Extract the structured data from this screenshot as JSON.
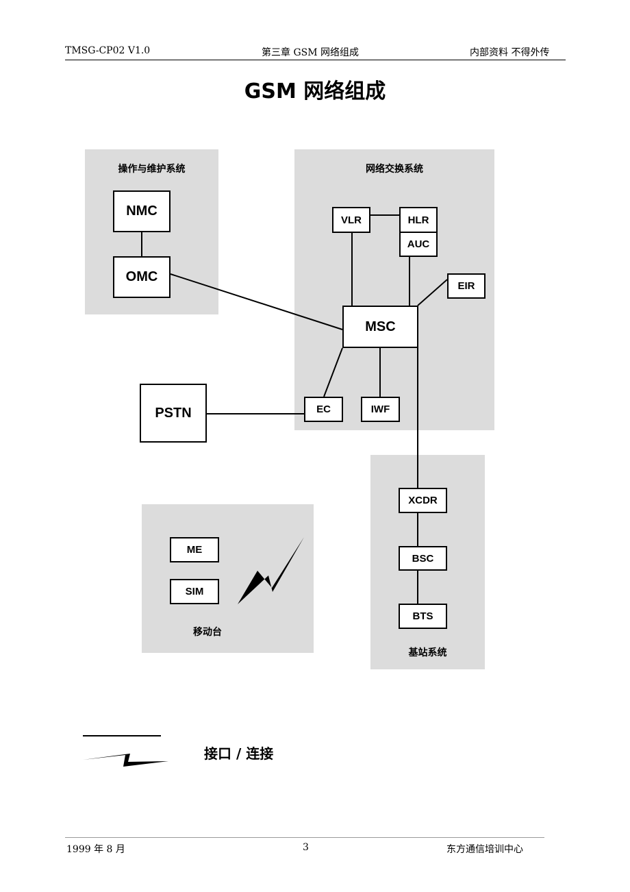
{
  "header": {
    "left": "TMSG-CP02 V1.0",
    "center": "第三章 GSM 网络组成",
    "right": "内部资料 不得外传"
  },
  "title": "GSM 网络组成",
  "groups": {
    "oms": "操作与维护系统",
    "nss": "网络交换系统",
    "bss": "基站系统",
    "ms": "移动台"
  },
  "nodes": {
    "nmc": "NMC",
    "omc": "OMC",
    "vlr": "VLR",
    "hlr": "HLR",
    "auc": "AUC",
    "eir": "EIR",
    "msc": "MSC",
    "ec": "EC",
    "iwf": "IWF",
    "pstn": "PSTN",
    "xcdr": "XCDR",
    "bsc": "BSC",
    "bts": "BTS",
    "me": "ME",
    "sim": "SIM"
  },
  "legend": {
    "label": "接口 / 连接"
  },
  "footer": {
    "left": "1999 年 8 月",
    "page": "3",
    "right": "东方通信培训中心"
  }
}
